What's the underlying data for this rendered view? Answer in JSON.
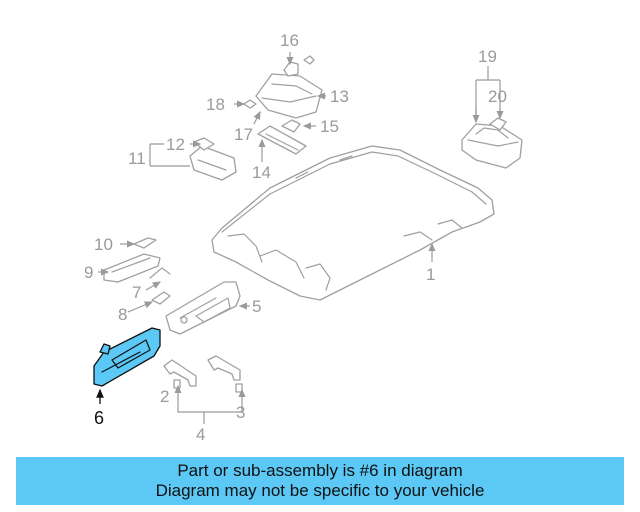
{
  "diagram": {
    "highlight_color": "#5bc8f5",
    "callouts": [
      "1",
      "2",
      "3",
      "4",
      "5",
      "6",
      "7",
      "8",
      "9",
      "10",
      "11",
      "12",
      "13",
      "14",
      "15",
      "16",
      "17",
      "18",
      "19",
      "20"
    ],
    "highlighted_callout": "6"
  },
  "banner": {
    "line1": "Part or sub-assembly is #6 in diagram",
    "line2": "Diagram may not be specific to your vehicle"
  }
}
